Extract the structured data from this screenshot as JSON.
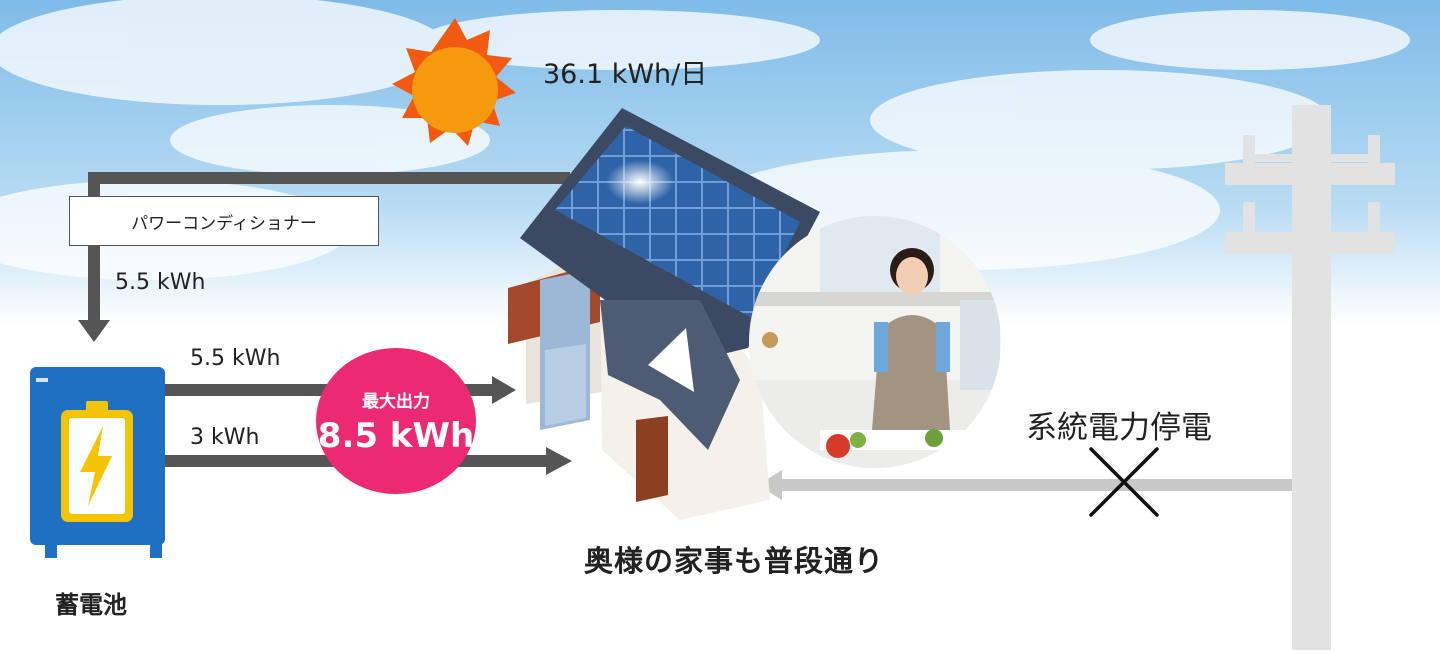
{
  "solar": {
    "output": "36.1 kWh/日"
  },
  "pcs": {
    "label": "パワーコンディショナー",
    "output": "5.5 kWh"
  },
  "battery_lines": {
    "line_a": "5.5 kWh",
    "line_b": "3 kWh"
  },
  "max_output": {
    "label": "最大出力",
    "value": "8.5 kWh"
  },
  "battery": {
    "label": "蓄電池"
  },
  "grid": {
    "status": "系統電力停電"
  },
  "caption": "奥様の家事も普段通り",
  "colors": {
    "sky": "#8fc6ec",
    "arrow": "#555555",
    "grid_line": "#c8c8c8",
    "badge": "#ec2a74",
    "battery_body": "#1f6fc2",
    "battery_cell": "#f5c400",
    "sun": "#f59a0c",
    "sun_rays": "#f15a10"
  },
  "icons": [
    "sun-icon",
    "battery-icon",
    "lightning-icon",
    "house-icon",
    "solar-panel-icon",
    "utility-pole-icon",
    "cross-icon"
  ]
}
